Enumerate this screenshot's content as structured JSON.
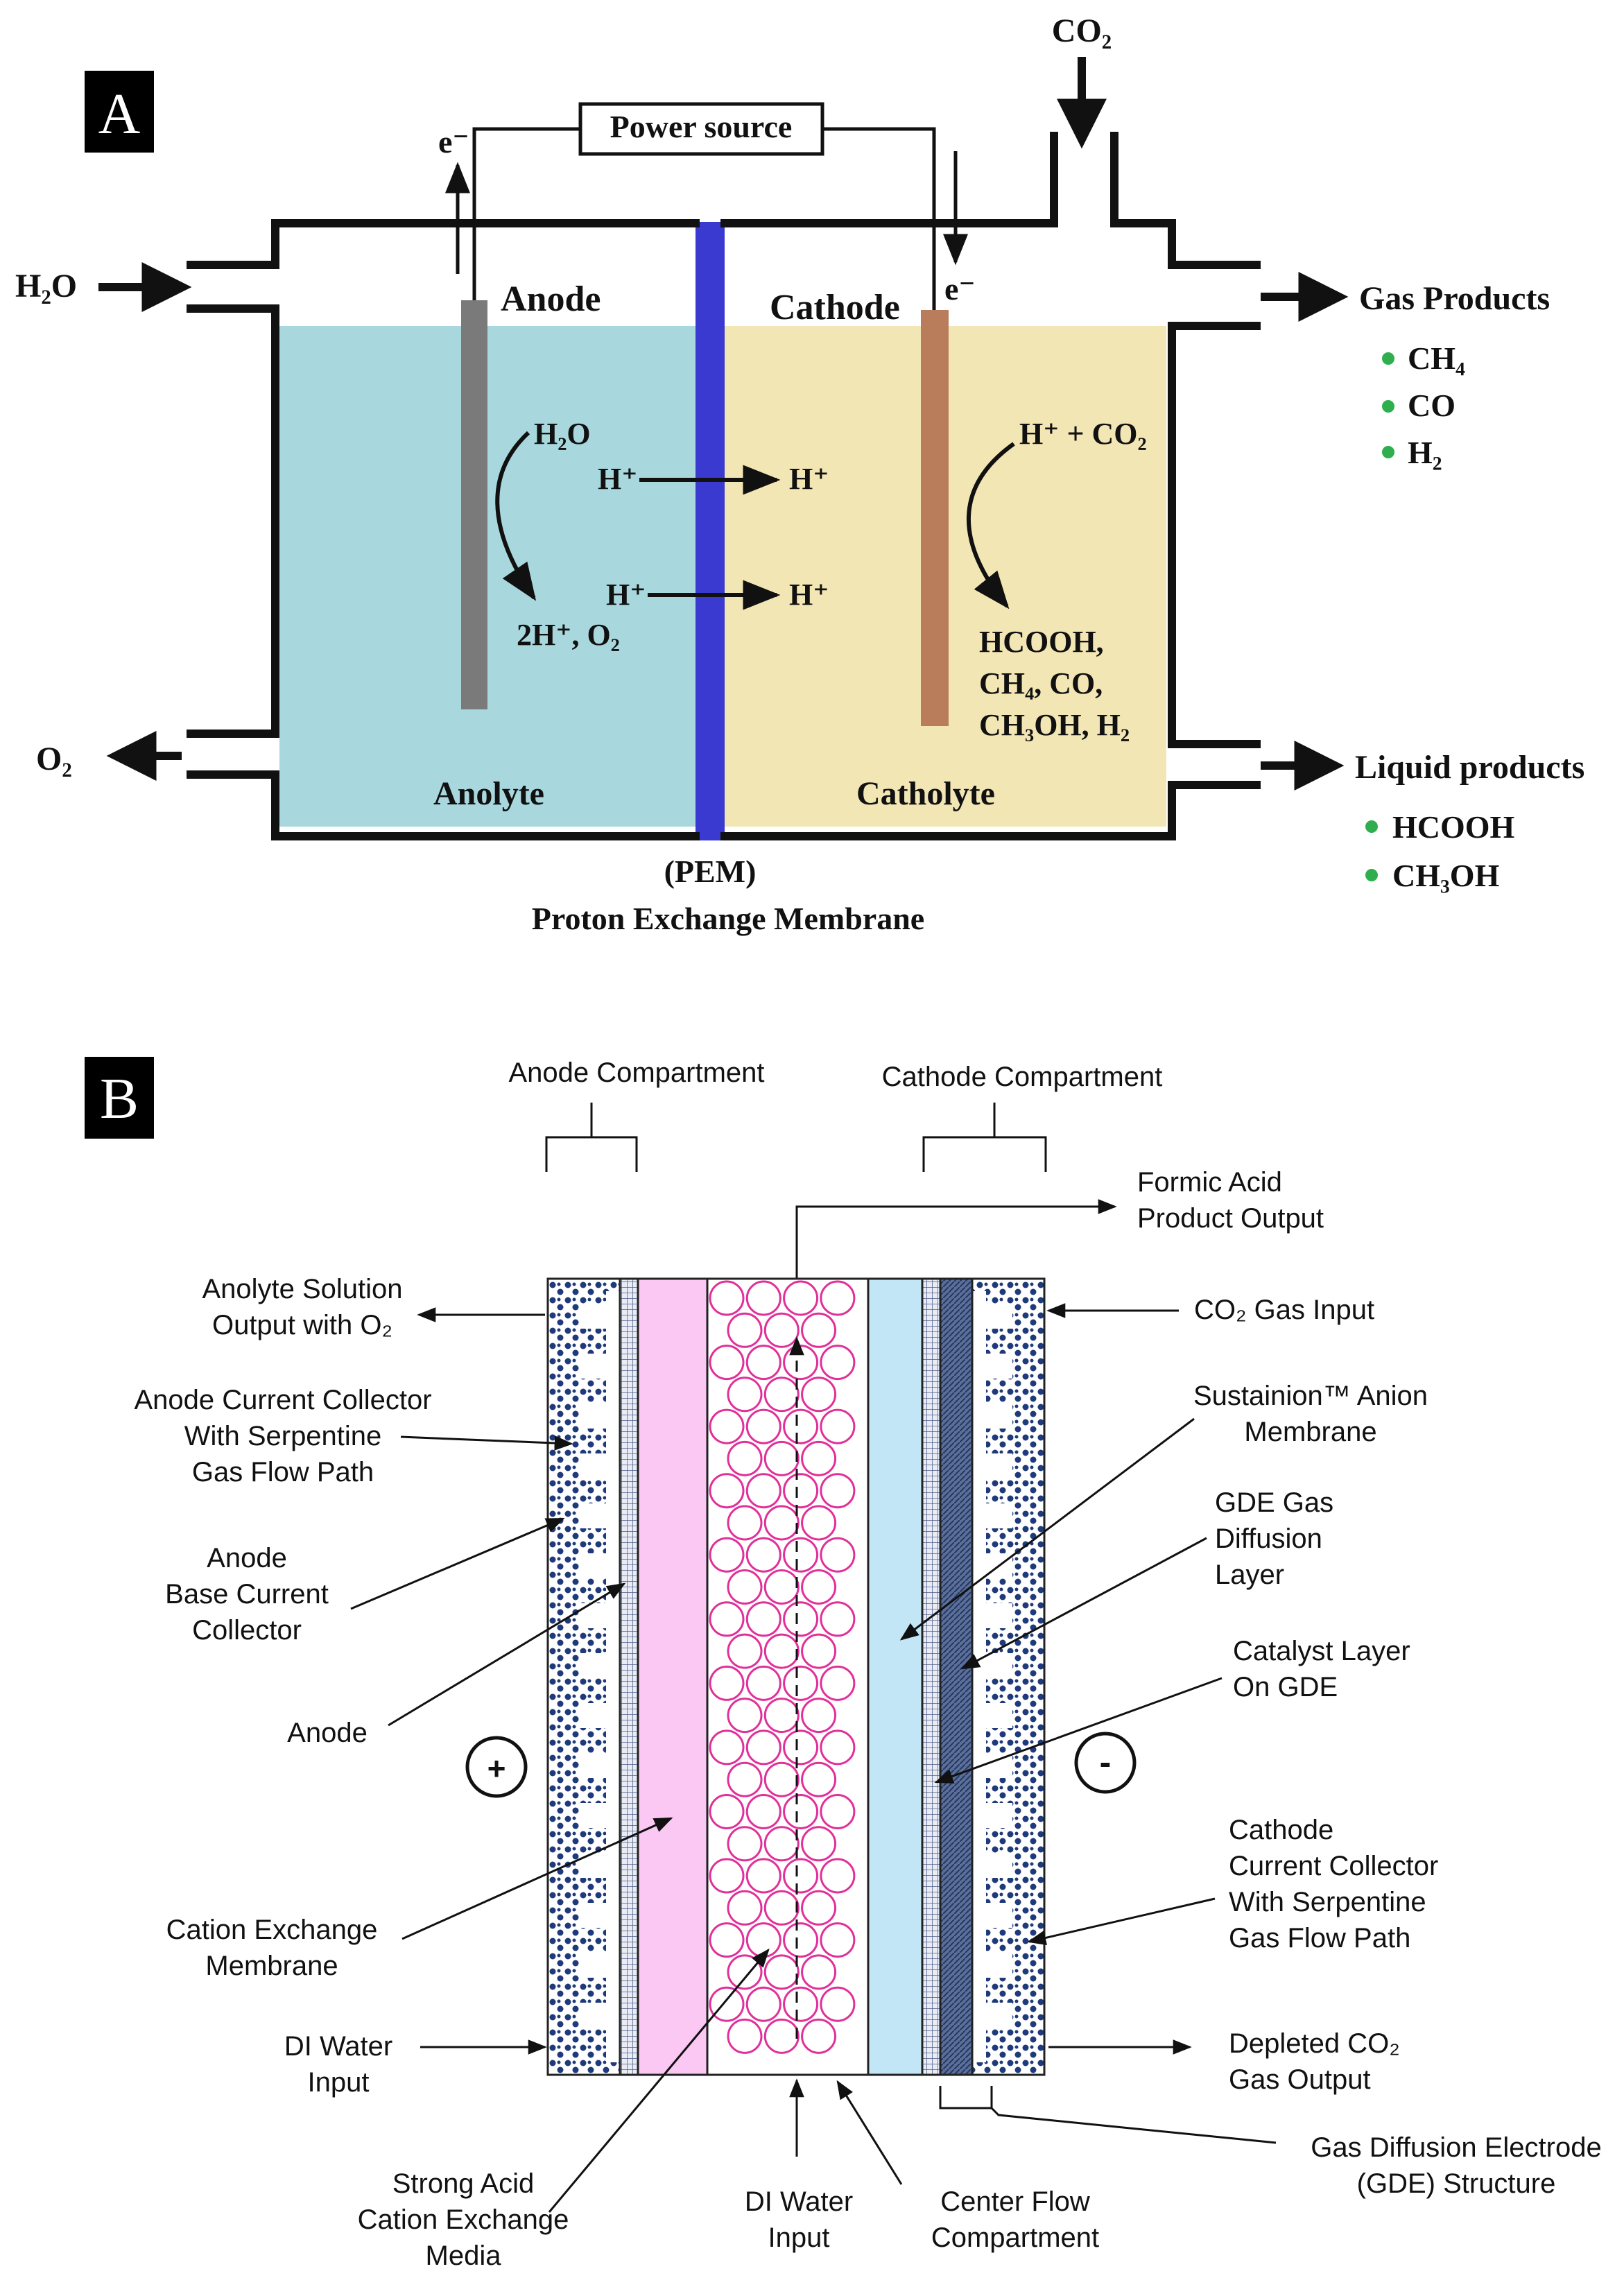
{
  "panel_a": {
    "badge": "A",
    "power_source": "Power source",
    "electron_left": "e⁻",
    "electron_right": "e⁻",
    "co2_input": "CO₂",
    "h2o_input": "H₂O",
    "o2_output": "O₂",
    "anode": "Anode",
    "cathode": "Cathode",
    "anolyte": "Anolyte",
    "catholyte": "Catholyte",
    "anode_reactant": "H₂O",
    "anode_products": "2H⁺, O₂",
    "proton_left_1": "H⁺",
    "proton_right_1": "H⁺",
    "proton_left_2": "H⁺",
    "proton_right_2": "H⁺",
    "cathode_reactant": "H⁺ + CO₂",
    "cathode_products": [
      "HCOOH,",
      "CH₄, CO,",
      "CH₃OH, H₂"
    ],
    "pem_abbrev": "(PEM)",
    "pem_full": "Proton Exchange Membrane",
    "gas_products": {
      "title": "Gas Products",
      "items": [
        "CH₄",
        "CO",
        "H₂"
      ]
    },
    "liquid_products": {
      "title": "Liquid products",
      "items": [
        "HCOOH",
        "CH₃OH"
      ]
    },
    "colors": {
      "anolyte": "#a8d8dd",
      "catholyte": "#f3e6b5",
      "membrane": "#3a3ad0",
      "anode_electrode": "#7a7a7a",
      "cathode_electrode": "#b97d5c",
      "bullet": "#2fae4e"
    }
  },
  "panel_b": {
    "badge": "B",
    "anode_compartment": "Anode Compartment",
    "cathode_compartment": "Cathode Compartment",
    "formic_acid": [
      "Formic Acid",
      "Product Output"
    ],
    "anolyte_output": [
      "Anolyte Solution",
      "Output with O₂"
    ],
    "co2_gas_input": "CO₂ Gas Input",
    "anode_collector": [
      "Anode Current Collector",
      "With Serpentine",
      "Gas Flow Path"
    ],
    "anode_base": [
      "Anode",
      "Base Current",
      "Collector"
    ],
    "anode_label": "Anode",
    "plus_sign": "+",
    "minus_sign": "-",
    "cation_membrane": [
      "Cation Exchange",
      "Membrane"
    ],
    "di_water_left": [
      "DI Water",
      "Input"
    ],
    "strong_acid": [
      "Strong Acid",
      "Cation Exchange",
      "Media"
    ],
    "di_water_bottom": [
      "DI Water",
      "Input"
    ],
    "center_flow": [
      "Center Flow",
      "Compartment"
    ],
    "sustainion": [
      "Sustainion™ Anion",
      "Membrane"
    ],
    "gde_gas": [
      "GDE Gas",
      "Diffusion",
      "Layer"
    ],
    "catalyst": [
      "Catalyst Layer",
      "On GDE"
    ],
    "cathode_collector": [
      "Cathode",
      "Current Collector",
      "With Serpentine",
      "Gas Flow Path"
    ],
    "depleted_co2": [
      "Depleted CO₂",
      "Gas Output"
    ],
    "gde_structure": [
      "Gas Diffusion Electrode",
      "(GDE) Structure"
    ],
    "colors": {
      "dots": "#1f3a7a",
      "cation_membrane": "#fbc8f4",
      "beads": "#e0309a",
      "anion_membrane": "#c3e6f7",
      "diffusion_layer": "#5a6f9a"
    }
  }
}
